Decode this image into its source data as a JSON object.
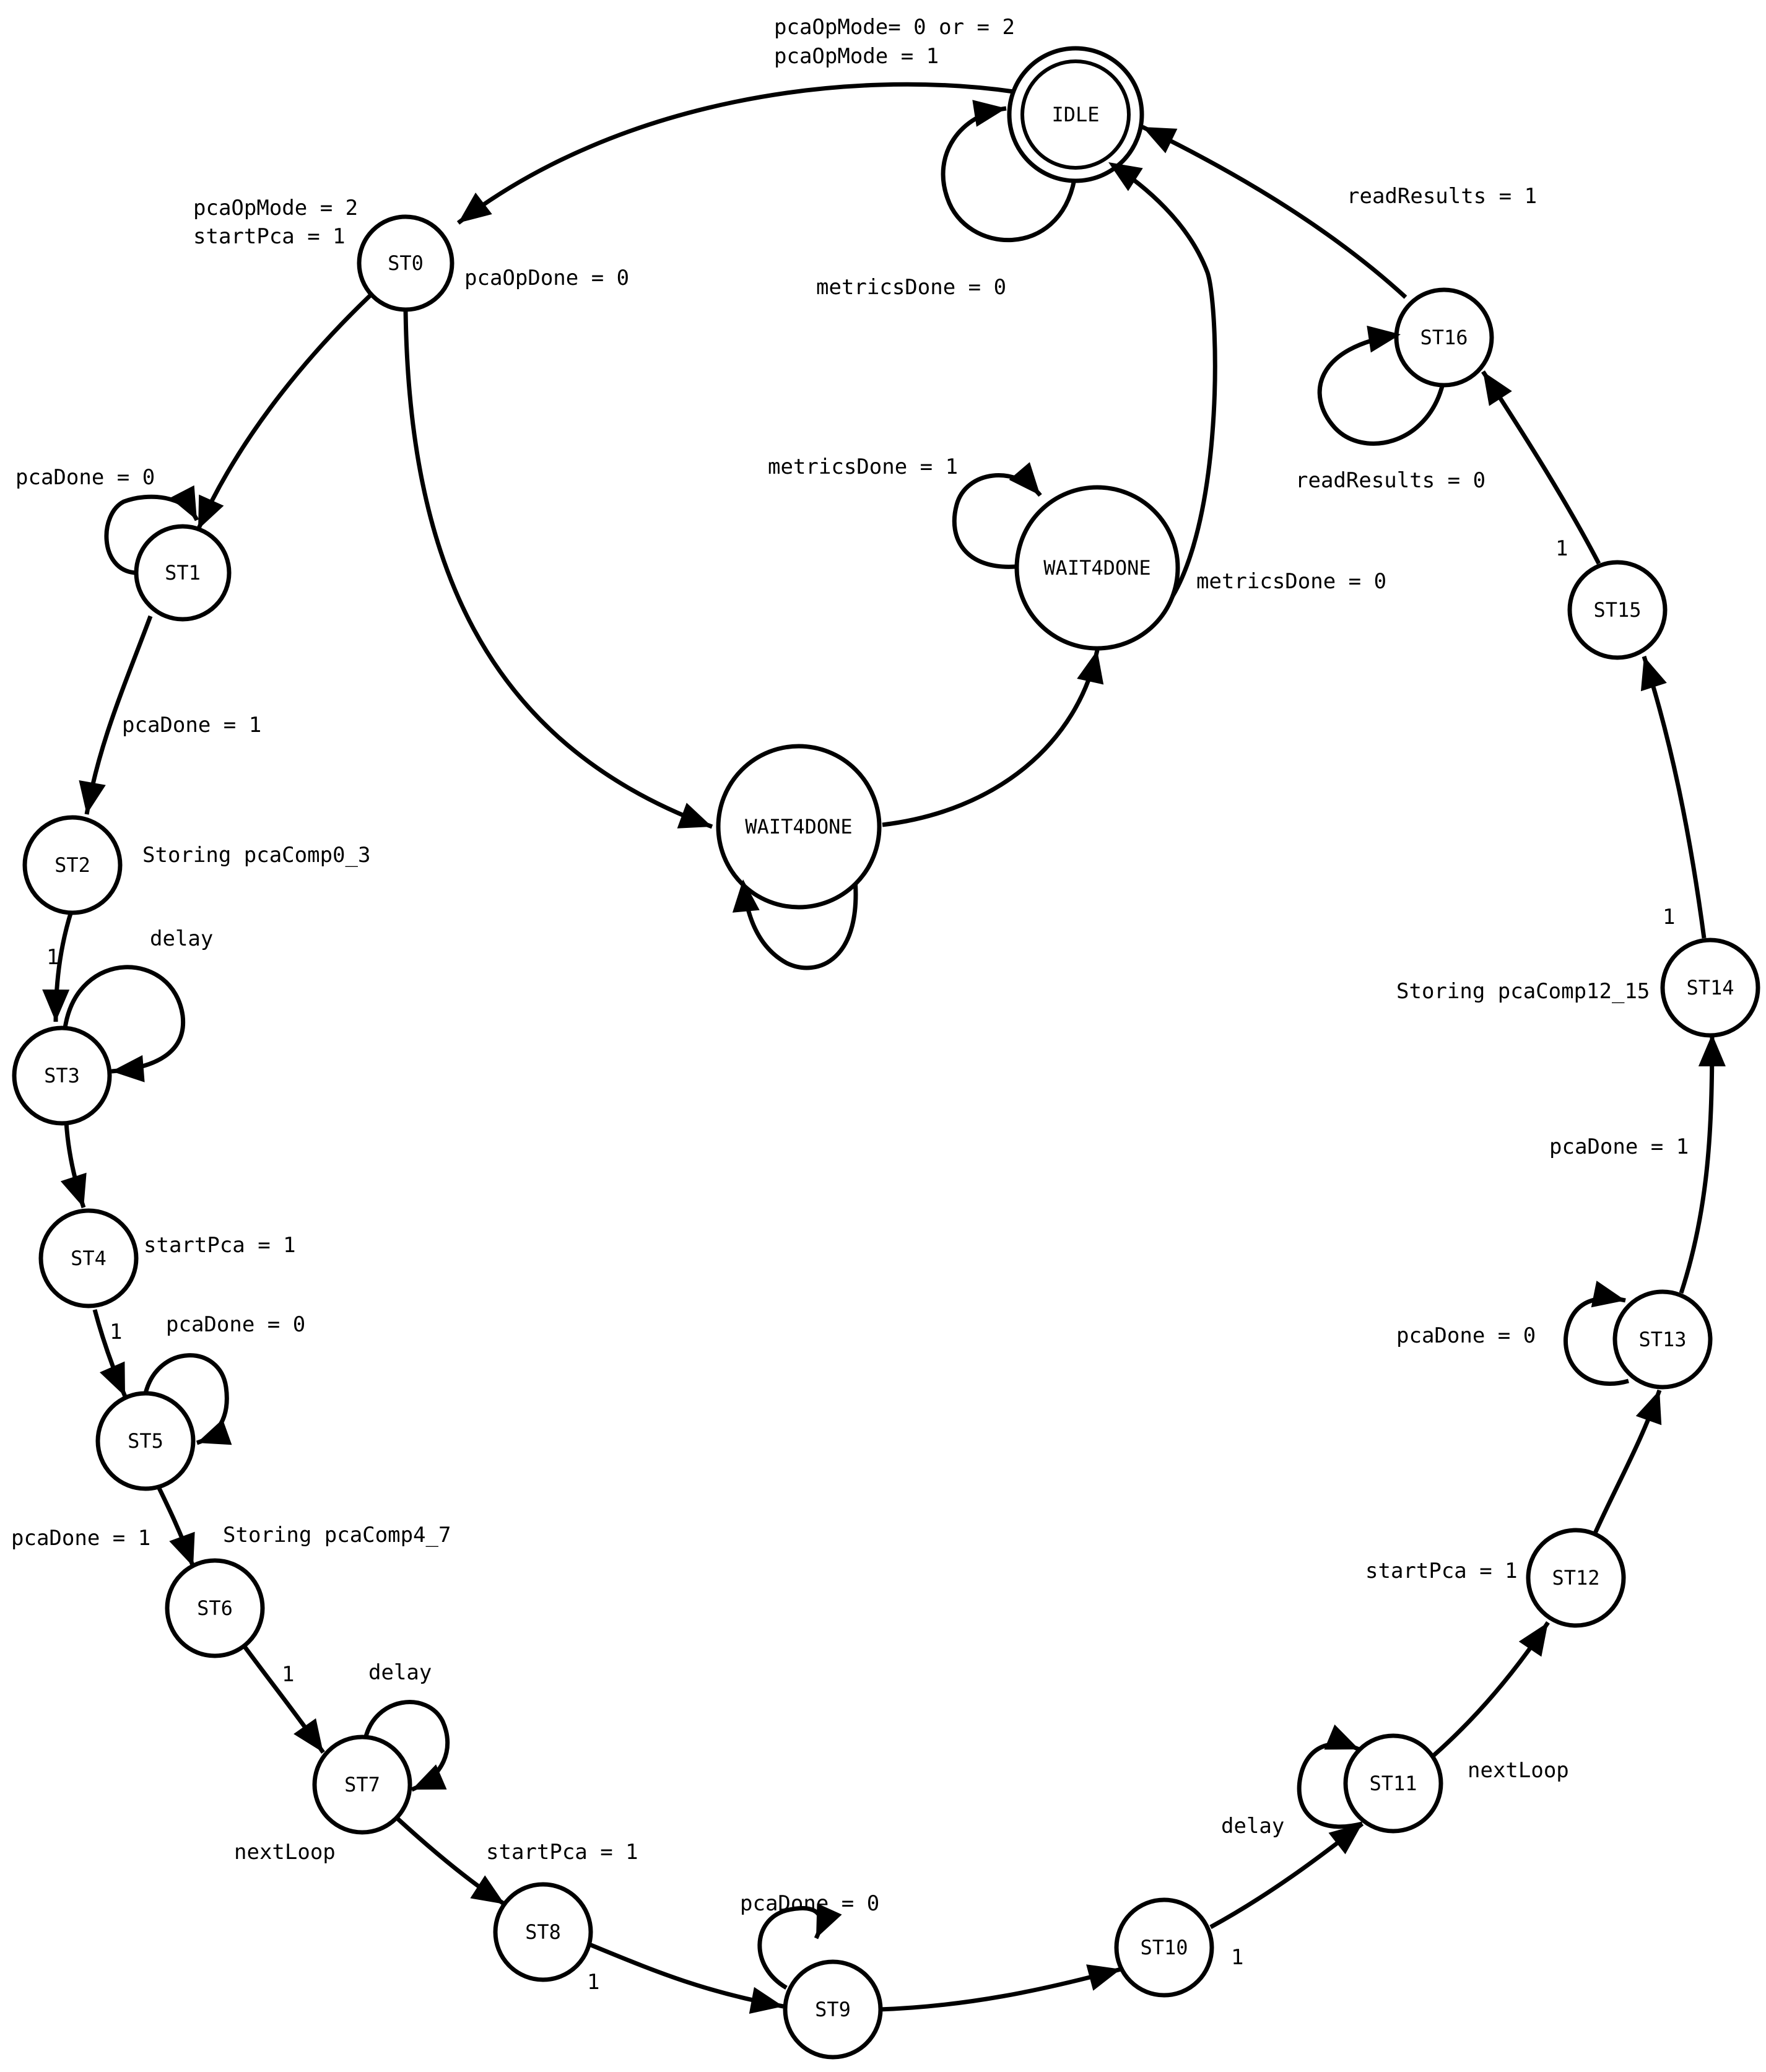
{
  "states": {
    "idle": "IDLE",
    "st0": "ST0",
    "st1": "ST1",
    "st2": "ST2",
    "st3": "ST3",
    "st4": "ST4",
    "st5": "ST5",
    "st6": "ST6",
    "st7": "ST7",
    "st8": "ST8",
    "st9": "ST9",
    "st10": "ST10",
    "st11": "ST11",
    "st12": "ST12",
    "st13": "ST13",
    "st14": "ST14",
    "st15": "ST15",
    "st16": "ST16",
    "wait4done_mid": "WAIT4DONE",
    "wait4done_top": "WAIT4DONE"
  },
  "labels": {
    "idle_to_st0_line1": "pcaOpMode= 0 or = 2",
    "idle_to_st0_line2": "pcaOpMode = 1",
    "st0_entry_line1": "pcaOpMode = 2",
    "st0_entry_line2": "startPca = 1",
    "st0_to_wait": "pcaOpDone = 0",
    "idle_self": "metricsDone = 0",
    "wait_top_self": "metricsDone = 1",
    "wait_top_to_idle": "metricsDone = 0",
    "st16_to_idle": "readResults = 1",
    "st16_self": "readResults = 0",
    "st15_to_st16": "1",
    "st1_self": "pcaDone = 0",
    "st1_to_st2": "pcaDone = 1",
    "st2_note": "Storing pcaComp0_3",
    "st2_to_st3": "1",
    "st3_self": "delay",
    "st4_note": "startPca = 1",
    "st4_to_st5": "1",
    "st5_self": "pcaDone = 0",
    "st5_to_st6": "pcaDone = 1",
    "st6_note": "Storing pcaComp4_7",
    "st6_to_st7": "1",
    "st7_self": "delay",
    "st7_note": "nextLoop",
    "st7_to_st8": "startPca = 1",
    "st8_to_st9": "1",
    "st9_self": "pcaDone = 0",
    "st10_to_st11": "1",
    "st11_self": "delay",
    "st11_note": "nextLoop",
    "st12_note": "startPca = 1",
    "st13_self": "pcaDone = 0",
    "st13_to_st14": "pcaDone = 1",
    "st14_to_st15": "1",
    "st14_note": "Storing pcaComp12_15"
  },
  "colors": {
    "stroke": "#000000",
    "background": "#ffffff"
  }
}
